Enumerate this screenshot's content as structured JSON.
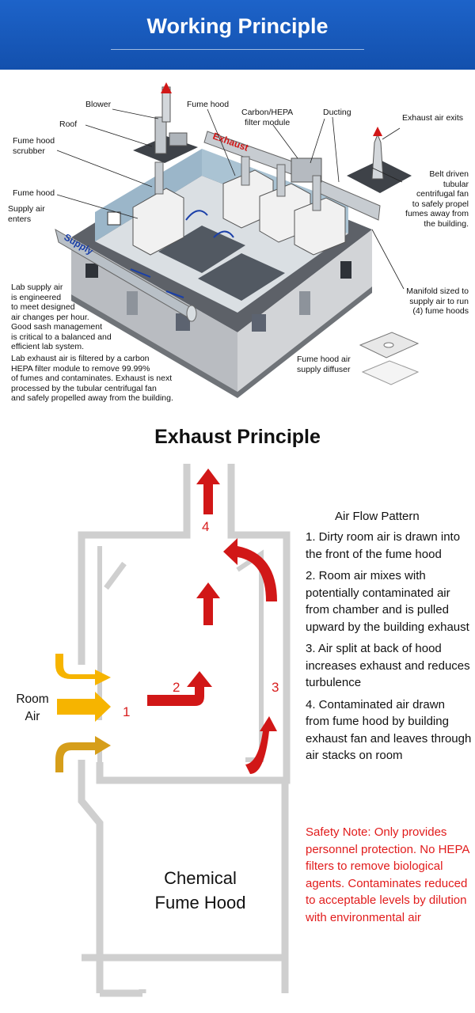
{
  "header": {
    "title": "Working Principle"
  },
  "diagram1": {
    "labels": {
      "blower": "Blower",
      "fume_hood_top": "Fume hood",
      "carbon_hepa": "Carbon/HEPA\nfilter module",
      "ducting": "Ducting",
      "exhaust_air_exits": "Exhaust air exits",
      "roof": "Roof",
      "fume_hood_scrubber": "Fume hood\nscrubber",
      "fume_hood_left": "Fume hood",
      "supply_air_enters": "Supply air\nenters",
      "belt_driven": "Belt driven\ntubular\ncentrifugal fan\nto safely propel\nfumes away from\nthe building.",
      "manifold": "Manifold sized to\nsupply air to run\n(4) fume hoods",
      "lab_supply": "Lab supply air\nis engineered\nto meet designed\nair changes per hour.\nGood sash management\nis critical to a balanced and\nefficient lab system.",
      "lab_exhaust": "Lab exhaust air is filtered by a carbon\nHEPA filter module to remove 99.99%\nof fumes and contaminates. Exhaust is next\nprocessed by the tubular centrifugal fan\nand safely propelled away from the building.",
      "fume_hood_diffuser": "Fume hood air\nsupply diffuser",
      "duct_exhaust": "Exhaust",
      "duct_supply": "Supply"
    }
  },
  "diagram2": {
    "title": "Exhaust Principle",
    "air_flow_title": "Air Flow Pattern",
    "steps": [
      "1.  Dirty room air is drawn into the front of the fume hood",
      "2. Room air mixes with potentially contaminated air from chamber and is pulled upward by the building exhaust",
      "3. Air split at back of hood increases exhaust and reduces turbulence",
      "4. Contaminated  air drawn from fume hood by building exhaust fan and leaves through air stacks on room"
    ],
    "safety_note": "Safety Note: Only provides personnel protection.  No HEPA filters to remove biological agents. Contaminates reduced to acceptable levels by dilution with environmental air",
    "room_air": "Room\nAir",
    "hood_label": "Chemical\nFume Hood",
    "numbers": {
      "n1": "1",
      "n2": "2",
      "n3": "3",
      "n4": "4"
    }
  },
  "colors": {
    "banner": "#1553b0",
    "arrow_red": "#d11717",
    "arrow_yellow": "#f6b400",
    "hood_outline": "#cfcfcf",
    "safety_text": "#e11b1b"
  }
}
